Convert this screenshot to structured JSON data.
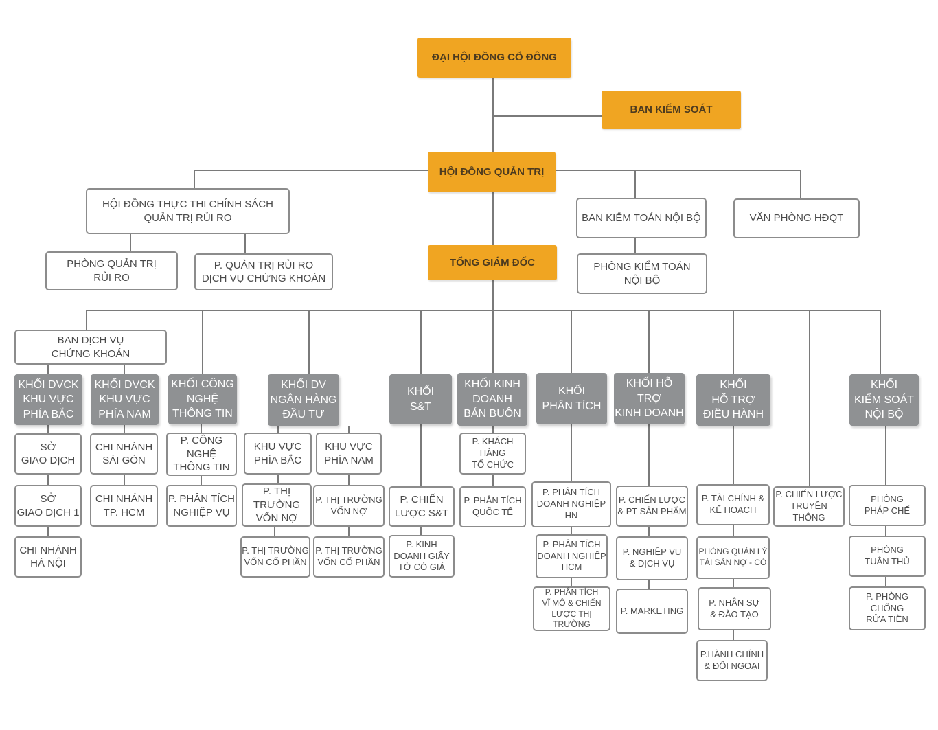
{
  "chart_title": "",
  "nodes": {
    "dhdcd": "ĐẠI HỘI ĐỒNG CỔ ĐÔNG",
    "bks": "BAN KIỂM SOÁT",
    "hdqt": "HỘI ĐỒNG QUẢN TRỊ",
    "hdttcs": "HỘI ĐỒNG THỰC THI CHÍNH SÁCH\nQUẢN TRỊ RỦI RO",
    "pqtrr": "PHÒNG QUẢN TRỊ\nRỦI RO",
    "pqtrr_dvck": "P. QUẢN TRỊ RỦI RO\nDỊCH VỤ CHỨNG KHOÁN",
    "bktnb": "BAN KIỂM TOÁN NỘI BỘ",
    "pktnb": "PHÒNG KIỂM TOÁN\nNỘI BỘ",
    "vp_hdqt": "VĂN PHÒNG HĐQT",
    "tgd": "TỔNG GIÁM ĐỐC",
    "bdvck": "BAN DỊCH VỤ\nCHỨNG KHOÁN",
    "k_dvck_bac": "KHỐI DVCK\nKHU VỰC\nPHÍA BẮC",
    "k_dvck_nam": "KHỐI DVCK\nKHU VỰC\nPHÍA NAM",
    "sgd": "SỞ\nGIAO DỊCH",
    "sgd1": "SỞ\nGIAO DỊCH 1",
    "cn_hn": "CHI NHÁNH\nHÀ NỘI",
    "cn_sg": "CHI NHÁNH\nSÀI GÒN",
    "cn_hcm": "CHI NHÁNH\nTP. HCM",
    "k_cntt": "KHỐI CÔNG\nNGHỆ\nTHÔNG TIN",
    "p_cntt": "P. CÔNG\nNGHỆ\nTHÔNG TIN",
    "p_ptnv": "P. PHÂN TÍCH\nNGHIỆP VỤ",
    "k_dvnhdt": "KHỐI DV\nNGÂN HÀNG\nĐẦU TƯ",
    "kv_bac": "KHU VỰC\nPHÍA BẮC",
    "kv_nam": "KHU VỰC\nPHÍA NAM",
    "pttvn_bac": "P. THỊ\nTRƯỜNG\nVỐN NỢ",
    "pttvn_nam": "P. THỊ TRƯỜNG\nVỐN NỢ",
    "pttvcp_bac": "P. THỊ TRƯỜNG\nVỐN CỔ PHẦN",
    "pttvcp_nam": "P. THỊ TRƯỜNG\nVỐN CỔ PHẦN",
    "k_st": "KHỐI\nS&T",
    "p_clst": "P. CHIẾN\nLƯỢC S&T",
    "p_kdgtcg": "P. KINH\nDOANH GIẤY\nTỜ CÓ GIÁ",
    "k_kdbb": "KHỐI KINH\nDOANH\nBÁN BUÔN",
    "p_khtc": "P. KHÁCH HÀNG\nTỔ CHỨC",
    "p_ptqt": "P. PHÂN TÍCH\nQUỐC TẾ",
    "k_pt": "KHỐI\nPHÂN TÍCH",
    "p_ptdn_hn": "P. PHÂN TÍCH\nDOANH NGHIỆP\nHN",
    "p_ptdn_hcm": "P. PHÂN TÍCH\nDOANH NGHIỆP\nHCM",
    "p_ptvm": "P. PHÂN TÍCH\nVĨ MÔ & CHIẾN\nLƯỢC THỊ TRƯỜNG",
    "k_htkd": "KHỐI HỖ\nTRỢ\nKINH DOANH",
    "p_clptsp": "P. CHIẾN LƯỢC\n& PT SẢN PHẨM",
    "p_nvdv": "P. NGHIỆP VỤ\n& DỊCH VỤ",
    "p_mkt": "P. MARKETING",
    "k_htdh": "KHỐI\nHỖ TRỢ\nĐIỀU HÀNH",
    "p_tckh": "P. TÀI CHÍNH &\nKẾ HOẠCH",
    "p_qltsnc": "PHÒNG QUẢN LÝ\nTÀI SẢN NỢ - CÓ",
    "p_nsdt": "P. NHÂN SỰ\n& ĐÀO TẠO",
    "p_hcdn": "P.HÀNH CHÍNH\n& ĐỐI NGOẠI",
    "p_cltt": "P. CHIẾN LƯỢC\nTRUYỀN THÔNG",
    "k_ksnb": "KHỐI\nKIỂM SOÁT\nNỘI BỘ",
    "p_phapche": "PHÒNG\nPHÁP CHẾ",
    "p_tuanthu": "PHÒNG\nTUÂN THỦ",
    "p_pcrt": "P. PHÒNG CHỐNG\nRỬA TIỀN"
  },
  "colors": {
    "orange": "#f0a522",
    "gray_fill": "#8f9193",
    "outline": "#8c8c8c",
    "connector": "#7a7a7a"
  }
}
